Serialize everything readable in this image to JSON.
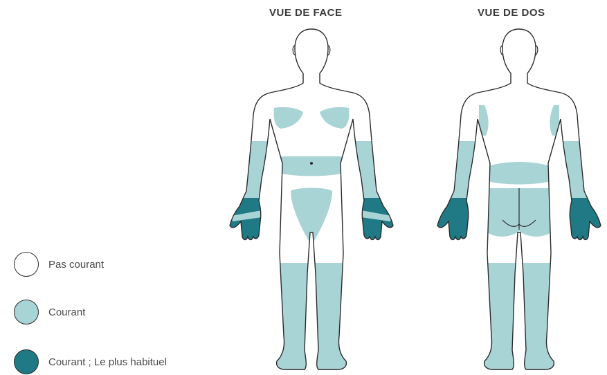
{
  "titles": {
    "front": "VUE DE FACE",
    "back": "VUE DE DOS"
  },
  "legend": {
    "items": [
      {
        "label": "Pas courant",
        "color": "#ffffff"
      },
      {
        "label": "Courant",
        "color": "#a9d4d6"
      },
      {
        "label": "Courant ; Le plus habituel",
        "color": "#1f7a86"
      }
    ]
  },
  "colors": {
    "outline": "#2b2b2b",
    "body_fill": "#ffffff",
    "common": "#a9d4d6",
    "most_common": "#1f7a86"
  }
}
